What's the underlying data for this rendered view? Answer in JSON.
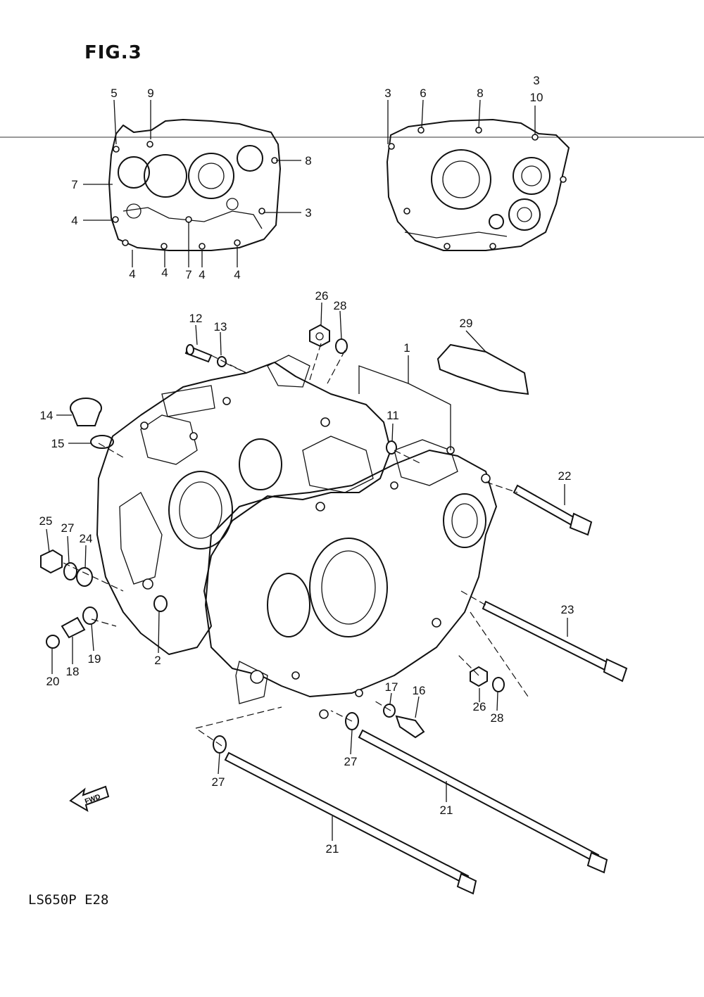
{
  "figure": {
    "title": "FIG.3",
    "model_code": "LS650P  E28"
  },
  "fwd_label": "FWD",
  "callouts_top_left": [
    "5",
    "9",
    "7",
    "8",
    "4",
    "3",
    "4",
    "4",
    "7",
    "4",
    "4"
  ],
  "callouts_top_right": [
    "3",
    "6",
    "8",
    "3",
    "10"
  ],
  "callouts_main": [
    "1",
    "2",
    "11",
    "12",
    "13",
    "14",
    "15",
    "16",
    "17",
    "18",
    "19",
    "20",
    "21",
    "21",
    "22",
    "23",
    "24",
    "25",
    "26",
    "26",
    "27",
    "27",
    "27",
    "27",
    "28",
    "28",
    "29"
  ]
}
